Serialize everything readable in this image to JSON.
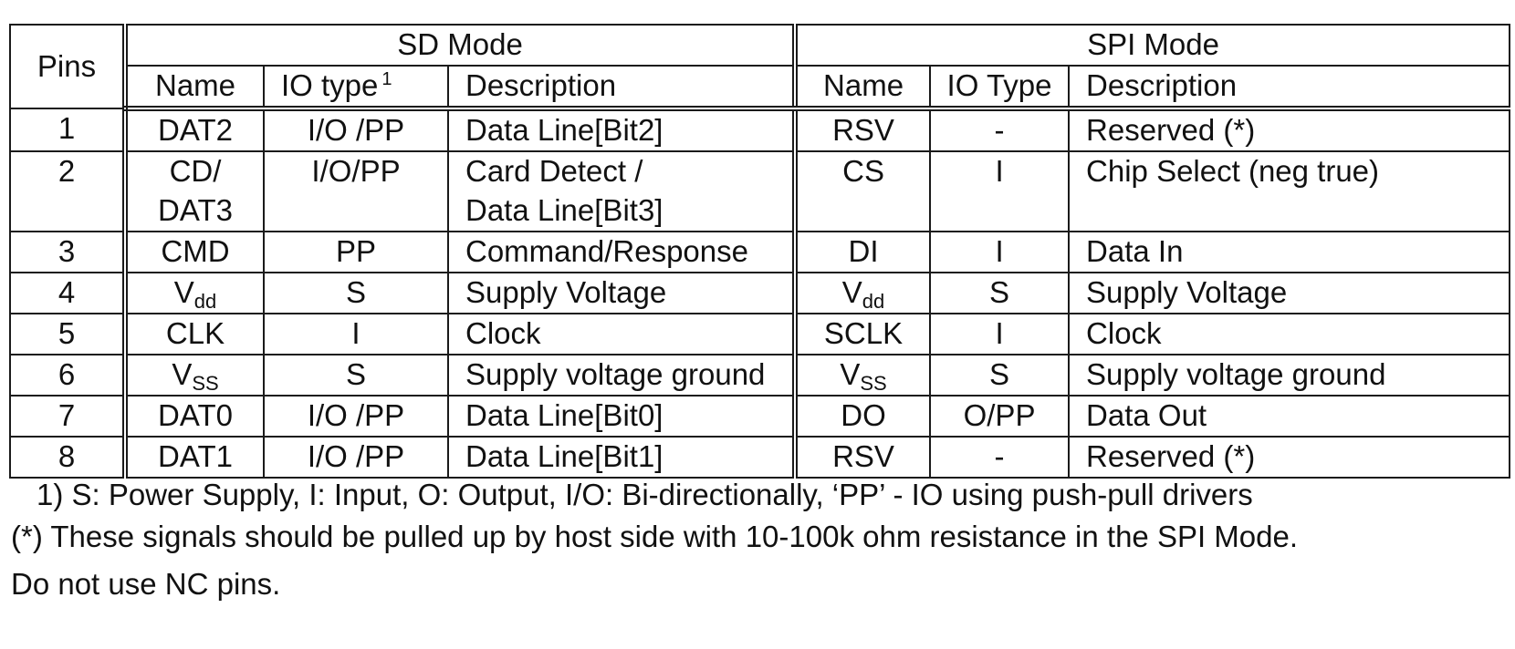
{
  "table": {
    "header": {
      "pins": "Pins",
      "sd_mode": "SD Mode",
      "spi_mode": "SPI Mode",
      "sd_name": "Name",
      "sd_io_type": "IO type",
      "sd_io_type_note": "1",
      "sd_description": "Description",
      "spi_name": "Name",
      "spi_io_type": "IO Type",
      "spi_description": "Description"
    },
    "rows": [
      {
        "pin": "1",
        "sd_name": "DAT2",
        "sd_name_sub": "",
        "sd_name2": "",
        "sd_io": "I/O /PP",
        "sd_desc": "Data Line[Bit2]",
        "sd_desc2": "",
        "spi_name": "RSV",
        "spi_name_sub": "",
        "spi_io": "-",
        "spi_desc": "Reserved (*)"
      },
      {
        "pin": "2",
        "sd_name": "CD/",
        "sd_name_sub": "",
        "sd_name2": "DAT3",
        "sd_io": "I/O/PP",
        "sd_desc": "Card Detect /",
        "sd_desc2": "Data Line[Bit3]",
        "spi_name": "CS",
        "spi_name_sub": "",
        "spi_io": "I",
        "spi_desc": "Chip Select (neg true)"
      },
      {
        "pin": "3",
        "sd_name": "CMD",
        "sd_name_sub": "",
        "sd_name2": "",
        "sd_io": "PP",
        "sd_desc": "Command/Response",
        "sd_desc2": "",
        "spi_name": "DI",
        "spi_name_sub": "",
        "spi_io": "I",
        "spi_desc": "Data In"
      },
      {
        "pin": "4",
        "sd_name": "V",
        "sd_name_sub": "dd",
        "sd_name2": "",
        "sd_io": "S",
        "sd_desc": "Supply Voltage",
        "sd_desc2": "",
        "spi_name": "V",
        "spi_name_sub": "dd",
        "spi_io": "S",
        "spi_desc": "Supply Voltage"
      },
      {
        "pin": "5",
        "sd_name": "CLK",
        "sd_name_sub": "",
        "sd_name2": "",
        "sd_io": "I",
        "sd_desc": "Clock",
        "sd_desc2": "",
        "spi_name": "SCLK",
        "spi_name_sub": "",
        "spi_io": "I",
        "spi_desc": "Clock"
      },
      {
        "pin": "6",
        "sd_name": "V",
        "sd_name_sub": "SS",
        "sd_name2": "",
        "sd_io": "S",
        "sd_desc": "Supply voltage ground",
        "sd_desc2": "",
        "spi_name": "V",
        "spi_name_sub": "SS",
        "spi_io": "S",
        "spi_desc": "Supply voltage ground"
      },
      {
        "pin": "7",
        "sd_name": "DAT0",
        "sd_name_sub": "",
        "sd_name2": "",
        "sd_io": "I/O /PP",
        "sd_desc": "Data Line[Bit0]",
        "sd_desc2": "",
        "spi_name": "DO",
        "spi_name_sub": "",
        "spi_io": "O/PP",
        "spi_desc": "Data Out"
      },
      {
        "pin": "8",
        "sd_name": "DAT1",
        "sd_name_sub": "",
        "sd_name2": "",
        "sd_io": "I/O /PP",
        "sd_desc": "Data Line[Bit1]",
        "sd_desc2": "",
        "spi_name": "RSV",
        "spi_name_sub": "",
        "spi_io": "-",
        "spi_desc": "Reserved (*)"
      }
    ]
  },
  "footnotes": {
    "note1": "1) S: Power Supply, I: Input, O: Output, I/O: Bi-directionally, ‘PP’ - IO using push-pull drivers",
    "note2": "(*) These signals should be pulled up by host side with 10-100k ohm resistance in the SPI Mode.",
    "note3": "Do not use NC pins."
  }
}
